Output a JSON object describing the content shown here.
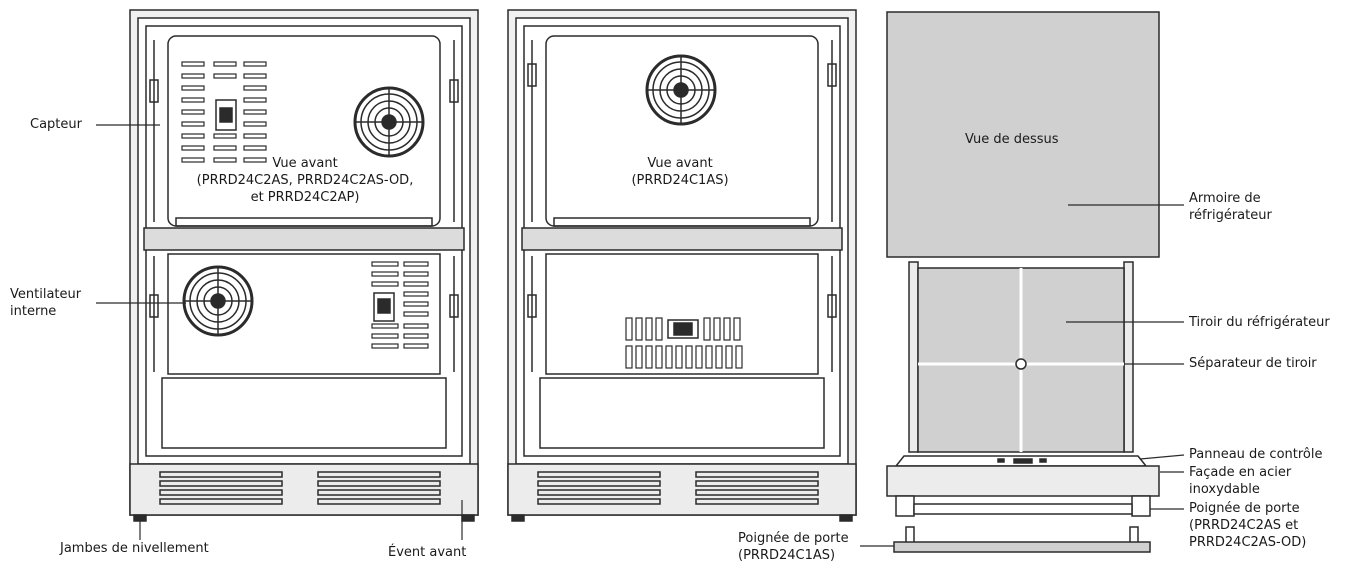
{
  "labels": {
    "capteur": "Capteur",
    "ventilateur": "Ventilateur\ninterne",
    "jambes": "Jambes de nivellement",
    "event": "Évent avant",
    "vue_avant_1": "Vue avant\n(PRRD24C2AS, PRRD24C2AS-OD,\net PRRD24C2AP)",
    "vue_avant_2": "Vue avant\n(PRRD24C1AS)",
    "vue_dessus": "Vue de dessus",
    "armoire": "Armoire de\nréfrigérateur",
    "tiroir": "Tiroir du réfrigérateur",
    "separateur": "Séparateur de tiroir",
    "panneau": "Panneau de contrôle",
    "facade": "Façade en acier\ninoxydable",
    "poignee_2as": "Poignée de porte\n(PRRD24C2AS et\nPRRD24C2AS-OD)",
    "poignee_1as": "Poignée de porte\n(PRRD24C1AS)"
  },
  "colors": {
    "line": "#2b2b2b",
    "panel": "#d0d0d0",
    "panel_light": "#e6e6e6",
    "background": "#ffffff"
  }
}
